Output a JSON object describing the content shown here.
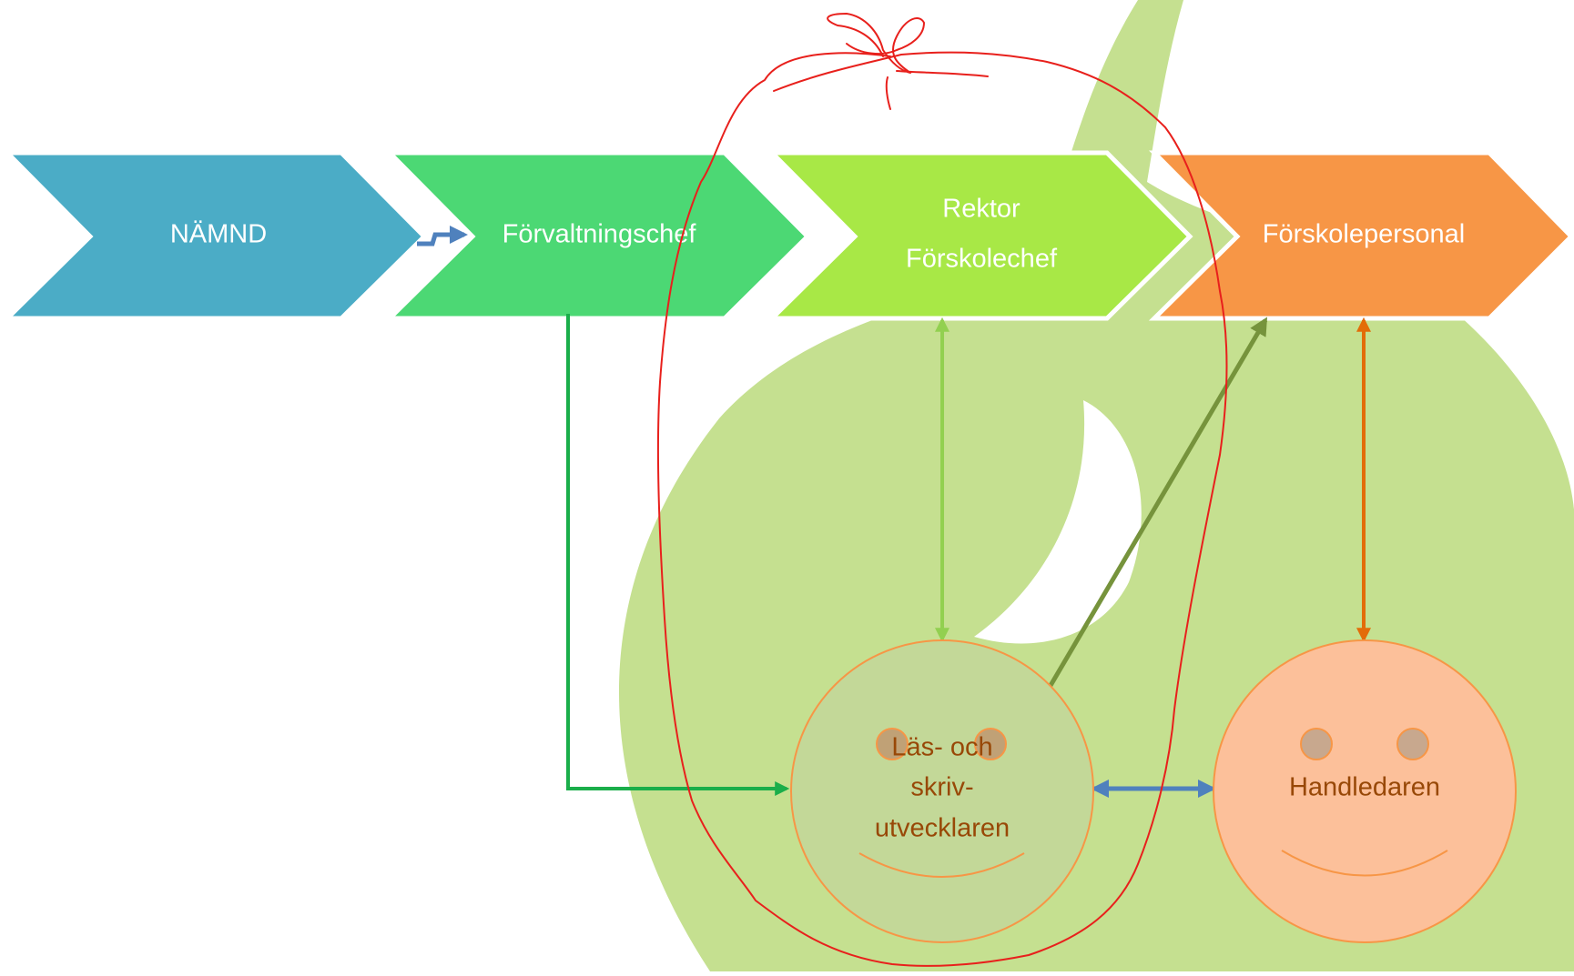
{
  "chevrons": [
    {
      "id": "namnd",
      "lines": [
        "NÄMND"
      ]
    },
    {
      "id": "forvaltningschef",
      "lines": [
        "Förvaltningschef"
      ]
    },
    {
      "id": "rektor",
      "lines": [
        "Rektor",
        "Förskolechef"
      ]
    },
    {
      "id": "forskolepersonal",
      "lines": [
        "Förskolepersonal"
      ]
    }
  ],
  "faces": [
    {
      "id": "las-och-skriv",
      "lines": [
        "Läs- och",
        "skriv-",
        "utvecklaren"
      ]
    },
    {
      "id": "handledaren",
      "lines": [
        "Handledaren"
      ]
    }
  ],
  "colors": {
    "namnd": "#4bacc6",
    "forvaltningschef": "#4cd874",
    "rektor": "#a8e846",
    "forskolepersonal": "#f79646",
    "background_shape": "#c5e090",
    "face_left_fill": "#c3d898",
    "face_right_fill": "#fcc09a",
    "face_text": "#984807",
    "face_outline": "#f79646",
    "arrow_blue": "#4f81bd",
    "arrow_green": "#1aae4a",
    "arrow_lightgreen": "#92d050",
    "arrow_olive": "#76933c",
    "arrow_orange": "#e36c09",
    "ink_red": "#e8201c"
  }
}
